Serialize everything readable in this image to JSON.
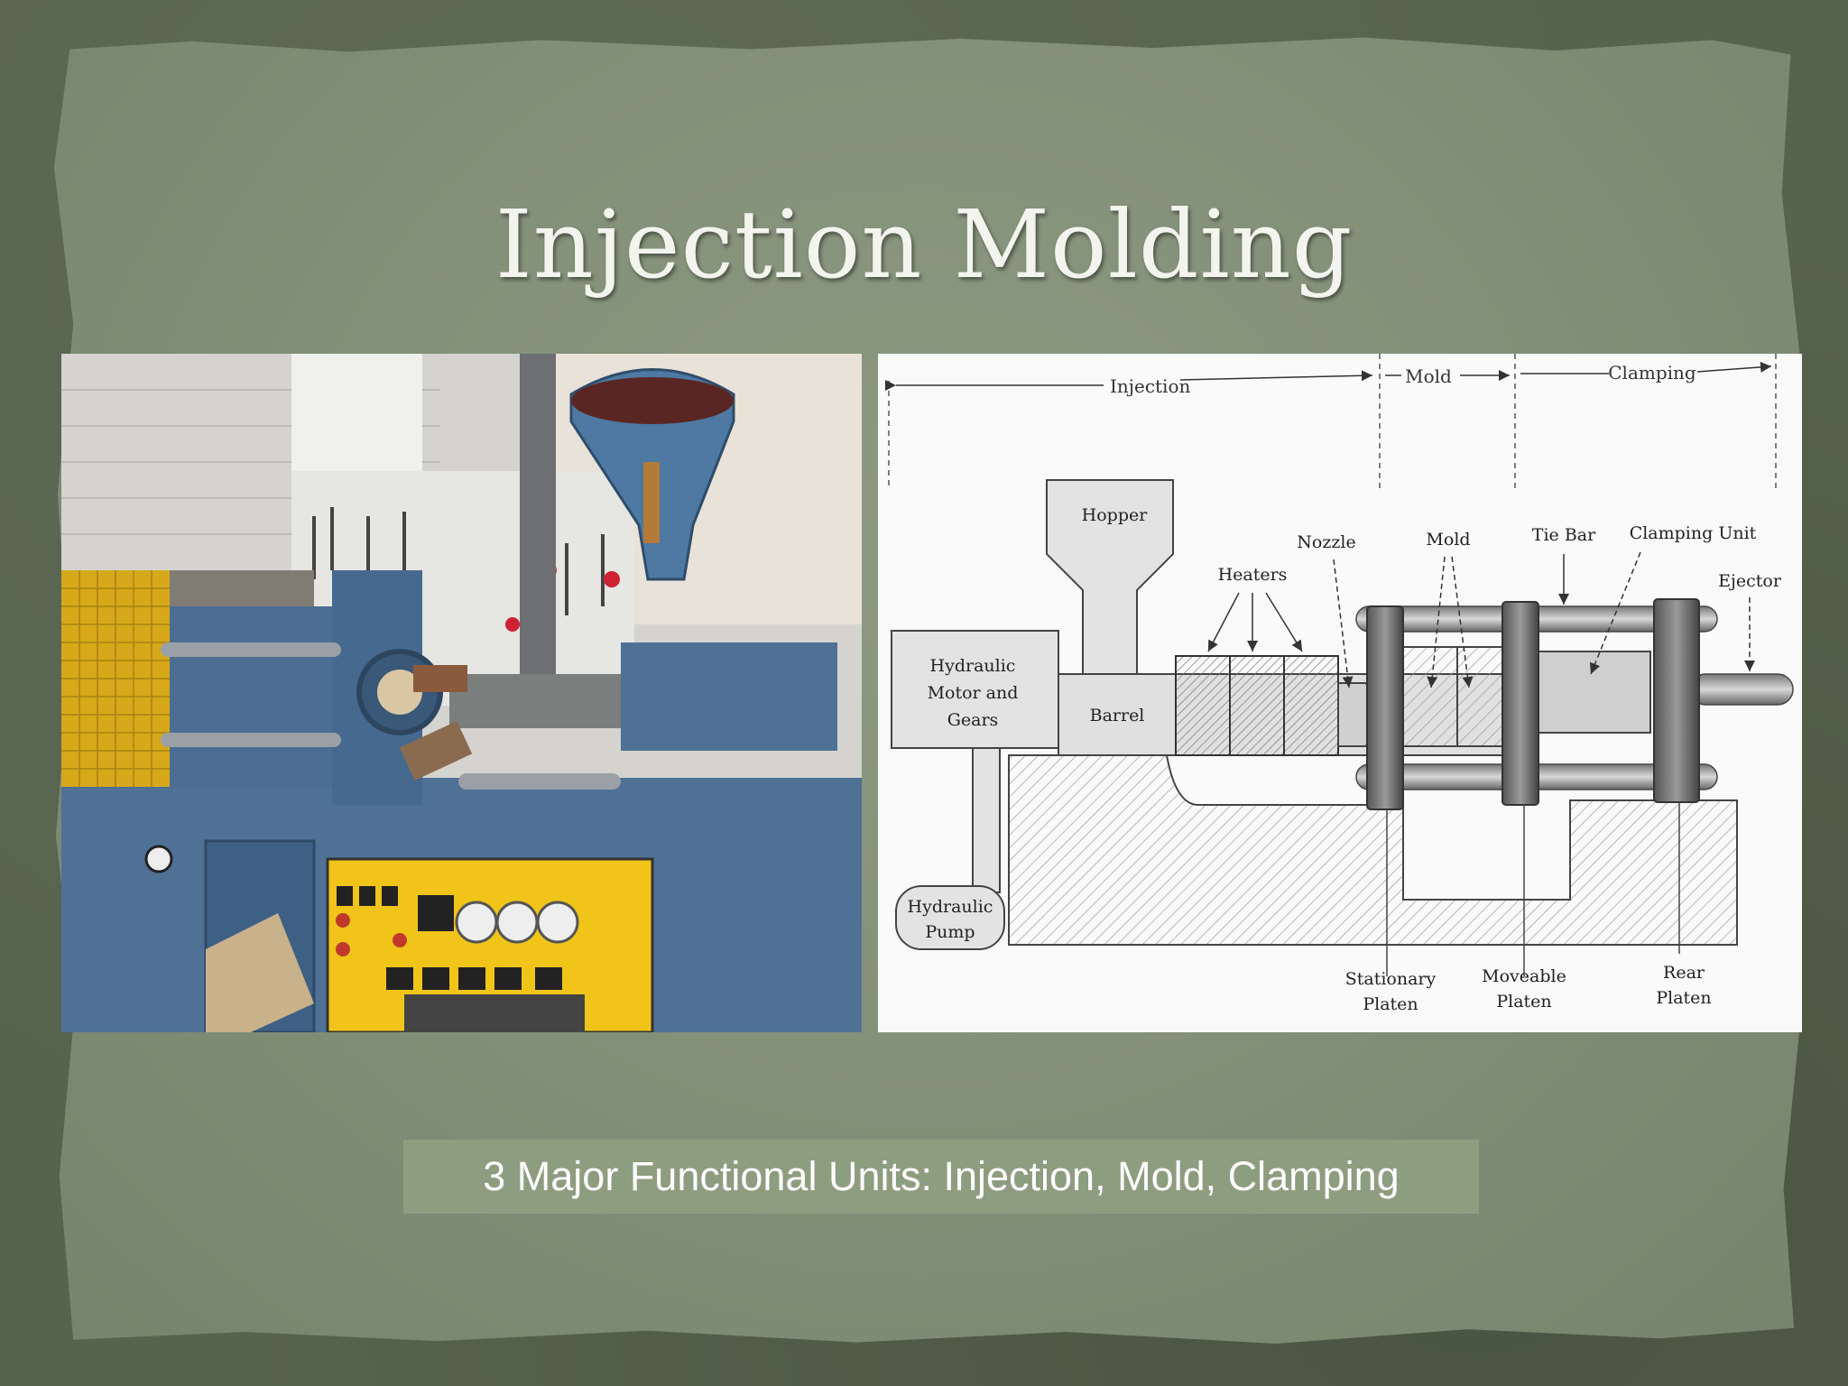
{
  "slide": {
    "title": "Injection Molding",
    "caption": "3 Major Functional Units: Injection, Mold, Clamping"
  },
  "diagram": {
    "sections": {
      "injection": "Injection",
      "mold": "Mold",
      "clamping": "Clamping"
    },
    "labels": {
      "hopper": "Hopper",
      "nozzle": "Nozzle",
      "mold": "Mold",
      "tie_bar": "Tie Bar",
      "clamping_unit": "Clamping Unit",
      "heaters": "Heaters",
      "ejector": "Ejector",
      "hydraulic_motor_1": "Hydraulic",
      "hydraulic_motor_2": "Motor and",
      "hydraulic_motor_3": "Gears",
      "barrel": "Barrel",
      "hydraulic_pump_1": "Hydraulic",
      "hydraulic_pump_2": "Pump",
      "stationary_platen_1": "Stationary",
      "stationary_platen_2": "Platen",
      "moveable_platen_1": "Moveable",
      "moveable_platen_2": "Platen",
      "rear_platen_1": "Rear",
      "rear_platen_2": "Platen"
    }
  },
  "colors": {
    "machine_blue": "#4f7196",
    "control_panel_yellow": "#f0c419",
    "paper_green": "#84917a",
    "caption_bg": "#8d9d80"
  }
}
